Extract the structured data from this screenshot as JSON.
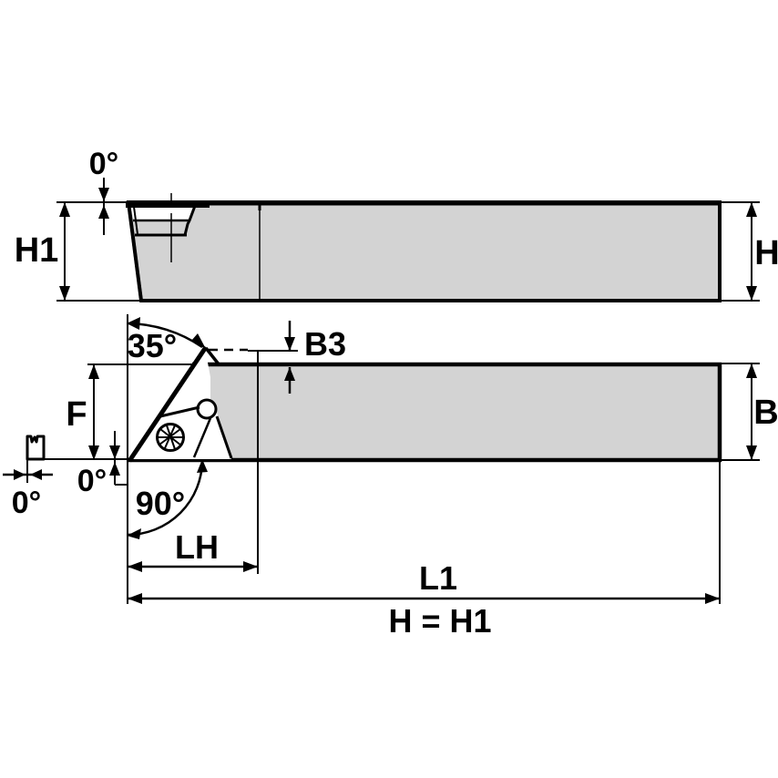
{
  "colors": {
    "body_fill": "#d3d3d3",
    "line_color": "#000000",
    "background": "#ffffff"
  },
  "side_view": {
    "height_label": "H1",
    "height_right_label": "H",
    "rake_angle_label": "0°"
  },
  "plan_view": {
    "tip_angle_label": "35°",
    "tip_offset_label": "B3",
    "nose_offset_label": "F",
    "shank_width_label": "B",
    "clearance_angle_label": "0°",
    "edge_inclination_label": "0°",
    "lead_angle_label": "90°",
    "head_length_label": "LH",
    "overall_length_label": "L1",
    "height_note": "H = H1"
  }
}
